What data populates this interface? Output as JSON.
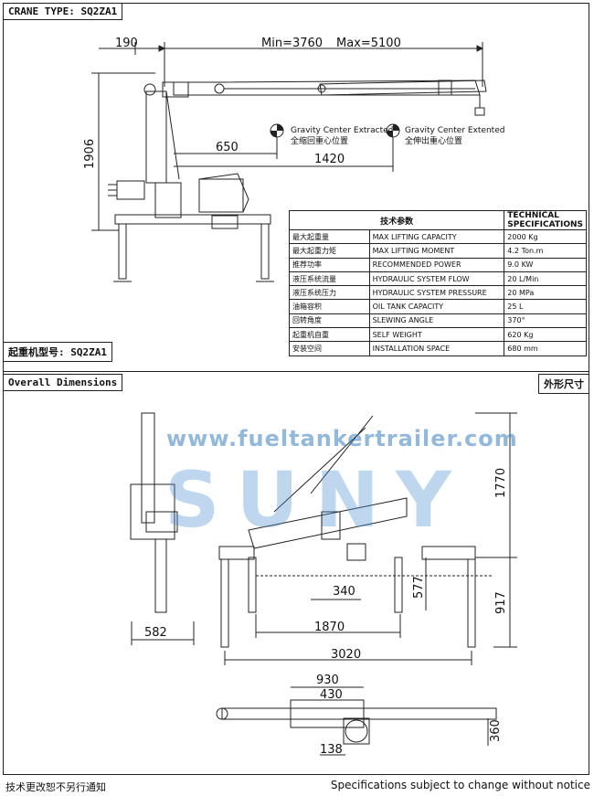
{
  "header": {
    "crane_type": "CRANE TYPE: SQ2ZA1",
    "model_label": "起重机型号: SQ2ZA1"
  },
  "top_view": {
    "dim_190": "190",
    "dim_min": "Min=3760",
    "dim_max": "Max=5100",
    "dim_1906": "1906",
    "dim_650": "650",
    "dim_1420": "1420",
    "gc_extracted_en": "Gravity Center Extracted",
    "gc_extracted_cn": "全缩回重心位置",
    "gc_extended_en": "Gravity Center Extented",
    "gc_extended_cn": "全伸出重心位置"
  },
  "specs": {
    "header_cn": "技术参数",
    "header_en": "TECHNICAL SPECIFICATIONS",
    "rows": [
      {
        "cn": "最大起重量",
        "en": "MAX LIFTING CAPACITY",
        "val": "2000 Kg"
      },
      {
        "cn": "最大起重力矩",
        "en": "MAX LIFTING MOMENT",
        "val": "4.2 Ton.m"
      },
      {
        "cn": "推荐功率",
        "en": "RECOMMENDED POWER",
        "val": "9.0 KW"
      },
      {
        "cn": "液压系统流量",
        "en": "HYDRAULIC SYSTEM FLOW",
        "val": "20 L/Min"
      },
      {
        "cn": "液压系统压力",
        "en": "HYDRAULIC SYSTEM PRESSURE",
        "val": "20 MPa"
      },
      {
        "cn": "油箱容积",
        "en": "OIL TANK CAPACITY",
        "val": "25 L"
      },
      {
        "cn": "回转角度",
        "en": "SLEWING ANGLE",
        "val": "370°"
      },
      {
        "cn": "起重机自重",
        "en": "SELF WEIGHT",
        "val": "620 Kg"
      },
      {
        "cn": "安装空间",
        "en": "INSTALLATION SPACE",
        "val": "680 mm"
      }
    ]
  },
  "overall": {
    "title_en": "Overall Dimensions",
    "title_cn": "外形尺寸",
    "dim_1770": "1770",
    "dim_917": "917",
    "dim_577": "577",
    "dim_340": "340",
    "dim_1870": "1870",
    "dim_3020": "3020",
    "dim_582": "582",
    "dim_930": "930",
    "dim_430": "430",
    "dim_138": "138",
    "dim_360": "360"
  },
  "watermark": {
    "url": "www.fueltankertrailer.com",
    "logo": "SUNY"
  },
  "footer": {
    "cn": "技术更改恕不另行通知",
    "en": "Specifications subject to change without notice"
  }
}
